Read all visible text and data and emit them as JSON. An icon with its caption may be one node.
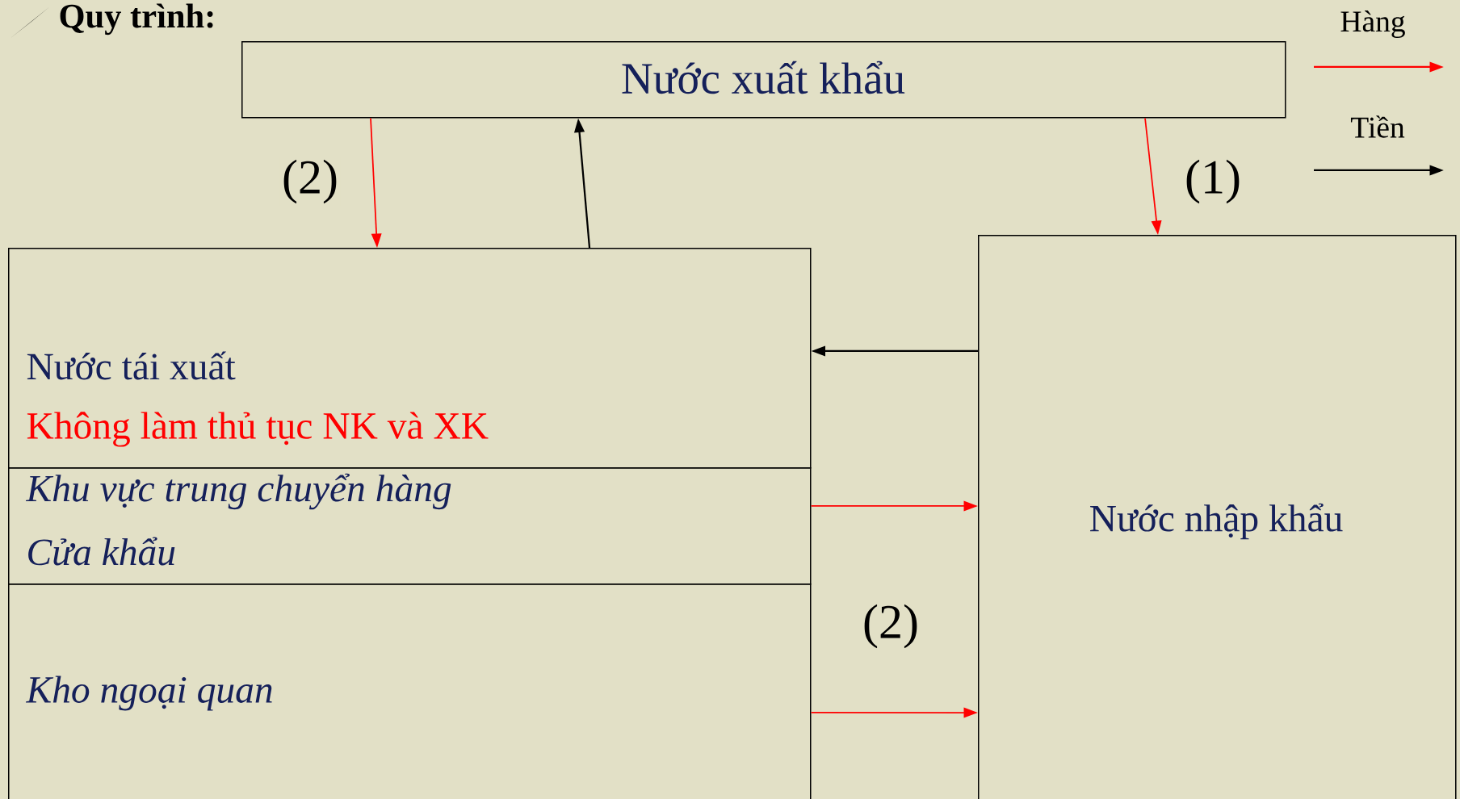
{
  "diagram": {
    "title": "Quy trình:",
    "nodes": [
      {
        "text": [
          "Nước xuất khẩu"
        ]
      },
      {
        "text": [
          "Nước tái xuất",
          "Không làm thủ tục NK và XK"
        ]
      },
      {
        "text": [
          "Khu vực trung chuyển hàng",
          "Cửa khẩu"
        ]
      },
      {
        "text": [
          "Kho ngoại quan"
        ]
      },
      {
        "text": [
          "Nước nhập khẩu"
        ]
      }
    ],
    "edges": [
      {
        "from": 0,
        "to": 1,
        "arrow": "to",
        "label": "(2)"
      },
      {
        "from": 1,
        "to": 0,
        "arrow": "to",
        "color": "#000000"
      },
      {
        "from": 0,
        "to": 4,
        "arrow": "to",
        "label": "(1)"
      },
      {
        "from": 4,
        "to": 1,
        "arrow": "to",
        "color": "#000000"
      },
      {
        "from": 2,
        "to": 4,
        "arrow": "to"
      },
      {
        "from": 3,
        "to": 4,
        "arrow": "to",
        "label": "(2)"
      }
    ],
    "legend": [
      {
        "text": "Hàng"
      },
      {
        "text": "Tiền"
      }
    ]
  }
}
